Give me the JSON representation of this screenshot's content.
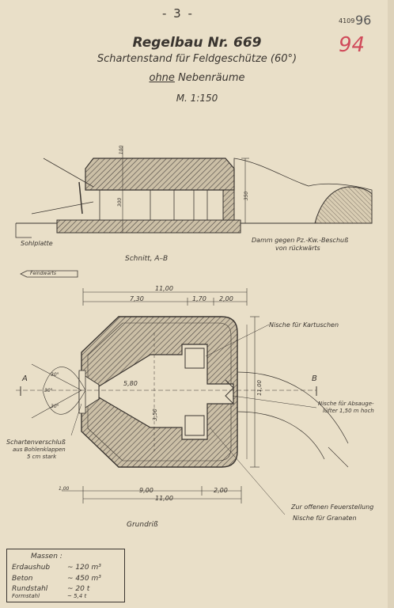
{
  "header": {
    "page_number": "- 3 -",
    "archive_number": "4109",
    "archive_big": "96",
    "red_annotation": "94"
  },
  "title": {
    "main": "Regelbau Nr. 669",
    "subtitle": "Schartenstand für Feldgeschütze (60°)",
    "qualifier_underlined": "ohne",
    "qualifier_rest": "Nebenräume",
    "scale": "M. 1:150"
  },
  "section": {
    "label": "Schnitt, A–B",
    "sohle_label": "Sohlplatte",
    "feind_label": "Feindwärts",
    "damm_line1": "Damm gegen Pz.-Kw.-Beschuß",
    "damm_line2": "von rückwärts",
    "dim_height_1": "350",
    "dim_height_2": "300",
    "dim_top": "100"
  },
  "plan": {
    "label": "Grundriß",
    "dim_total_top": "11,00",
    "dim_730": "7,30",
    "dim_170": "1,70",
    "dim_200_top": "2,00",
    "dim_bottom_900": "9,00",
    "dim_bottom_200": "2,00",
    "dim_bottom_1100": "11,00",
    "dim_bottom_left": "1,00",
    "dim_side_1100": "11,00",
    "dim_inner_580": "5,80",
    "dim_inner_350": "3,50",
    "marker_a": "A",
    "marker_b": "B",
    "angle_1": "30°",
    "angle_2": "30°",
    "angle_3": "30°",
    "nische_kartuschen": "Nische für Kartuschen",
    "nische_absauge_1": "Nische für Absauge-",
    "nische_absauge_2": "lüfter 1,50 m hoch",
    "scharten_1": "Schartenverschluß",
    "scharten_2": "aus Bohlenklappen",
    "scharten_3": "5 cm stark",
    "feuer": "Zur offenen Feuerstellung",
    "granaten": "Nische für Granaten"
  },
  "massen": {
    "heading": "Massen :",
    "rows": [
      {
        "label": "Erdaushub",
        "value": "~ 120 m³"
      },
      {
        "label": "Beton",
        "value": "~ 450 m³"
      },
      {
        "label": "Rundstahl",
        "value": "~ 20 t"
      },
      {
        "label": "Formstahl",
        "value": "~ 5,4 t"
      }
    ]
  },
  "colors": {
    "paper": "#e9dfc8",
    "ink": "#3a3530",
    "red_pencil": "#d04a5a"
  }
}
